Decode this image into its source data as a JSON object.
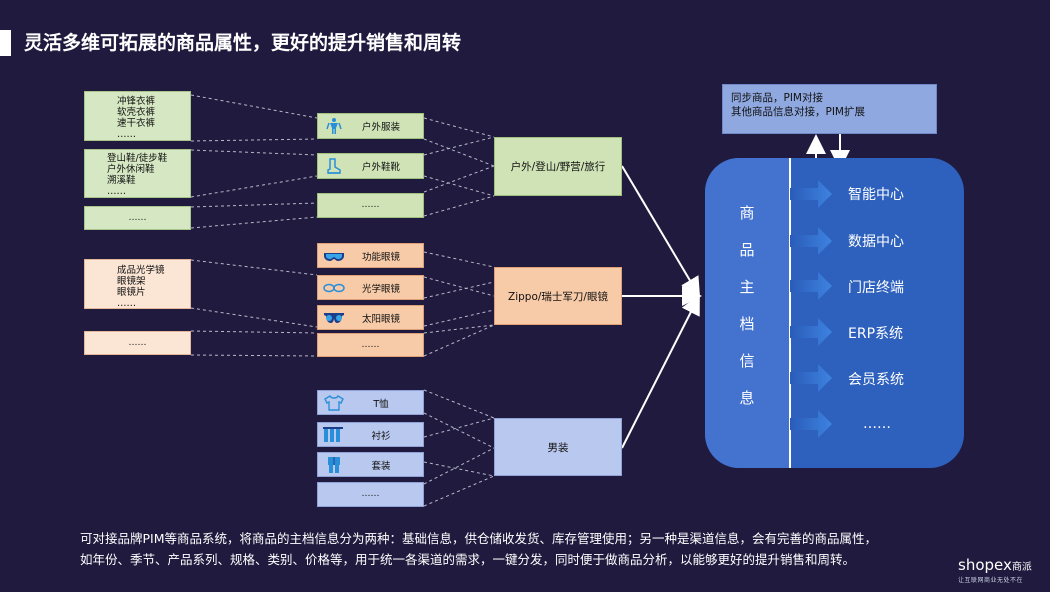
{
  "title": "灵活多维可拓展的商品属性，更好的提升销售和周转",
  "sources": [
    {
      "lines": [
        "冲锋衣裤",
        "软壳衣裤",
        "速干衣裤",
        "……"
      ]
    },
    {
      "lines": [
        "登山鞋/徒步鞋",
        "户外休闲鞋",
        "溯溪鞋",
        "……"
      ]
    },
    {
      "lines": [
        "……"
      ]
    },
    {
      "lines": [
        "成品光学镜",
        "眼镜架",
        "眼镜片",
        "……"
      ]
    },
    {
      "lines": [
        "……"
      ]
    }
  ],
  "categories": [
    {
      "label": "户外服装",
      "icon": "hiker-icon"
    },
    {
      "label": "户外鞋靴",
      "icon": "boot-icon"
    },
    {
      "label": "……",
      "icon": ""
    },
    {
      "label": "功能眼镜",
      "icon": "goggles-icon"
    },
    {
      "label": "光学眼镜",
      "icon": "glasses-icon"
    },
    {
      "label": "太阳眼镜",
      "icon": "sunglasses-icon"
    },
    {
      "label": "……",
      "icon": ""
    },
    {
      "label": "T恤",
      "icon": "tshirt-icon"
    },
    {
      "label": "衬衫",
      "icon": "shirt-icon"
    },
    {
      "label": "套装",
      "icon": "suit-icon"
    },
    {
      "label": "……",
      "icon": ""
    }
  ],
  "groups": [
    "户外/登山/野营/旅行",
    "Zippo/瑞士军刀/眼镜",
    "男装"
  ],
  "pim_box": {
    "line1": "同步商品，PIM对接",
    "line2": "其他商品信息对接，PIM扩展"
  },
  "master_chars": [
    "商",
    "品",
    "主",
    "档",
    "信",
    "息"
  ],
  "systems": [
    "智能中心",
    "数据中心",
    "门店终端",
    "ERP系统",
    "会员系统",
    "……"
  ],
  "footer": {
    "line1": "可对接品牌PIM等商品系统，将商品的主档信息分为两种：基础信息，供仓储收发货、库存管理使用；另一种是渠道信息，会有完善的商品属性，",
    "line2": "如年份、季节、产品系列、规格、类别、价格等，用于统一各渠道的需求，一键分发，同时便于做商品分析，以能够更好的提升销售和周转。"
  },
  "logo": {
    "brand": "shopex",
    "sub": "商派",
    "slogan": "让互联网商业无处不在"
  },
  "colors": {
    "background": "#1f1a3e",
    "master_blue": "#2e60bd",
    "arrow_blue": "#2f6fd0"
  }
}
